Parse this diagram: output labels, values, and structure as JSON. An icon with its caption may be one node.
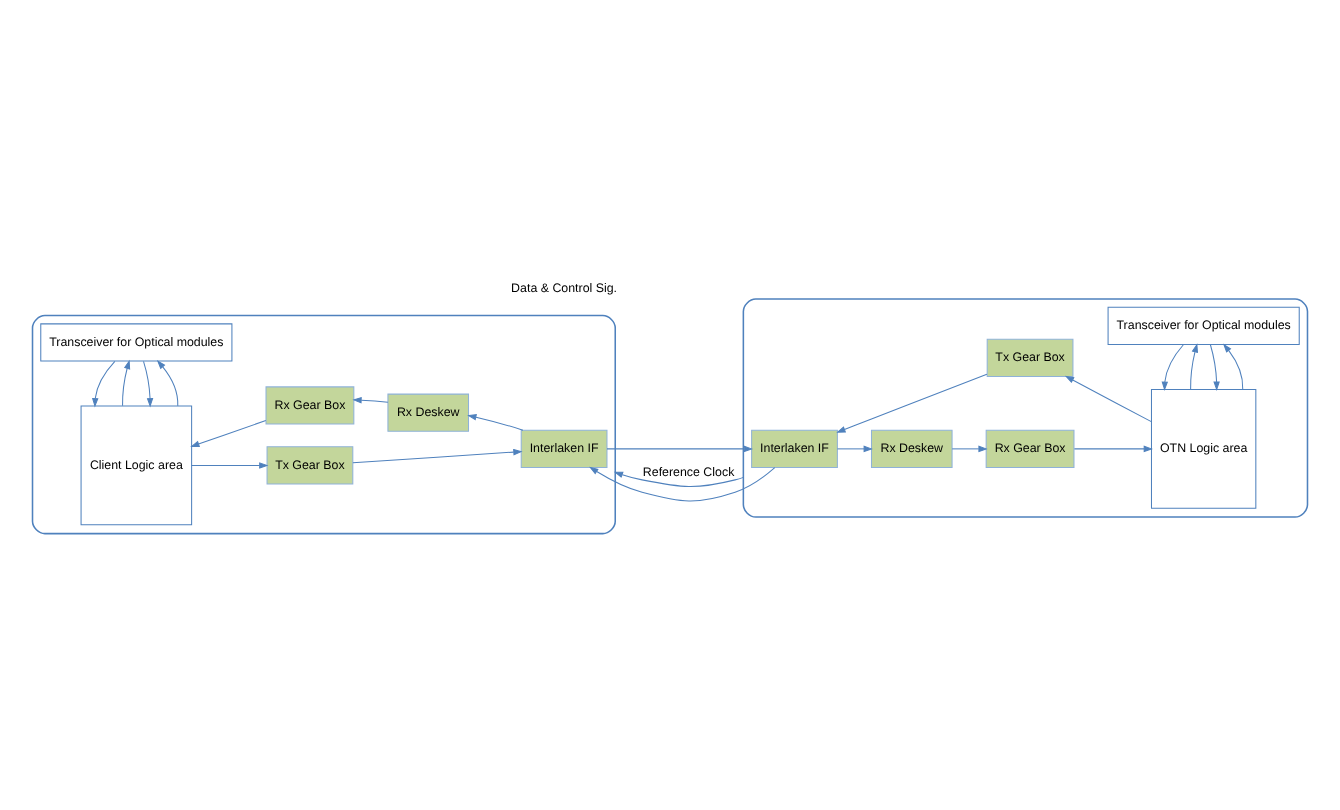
{
  "diagram": {
    "nodes": [
      {
        "text": [],
        "shape": "box"
      },
      {
        "text": [
          "Transceiver for Optical modules"
        ],
        "in": 0
      },
      {
        "text": [
          "Client Logic area"
        ],
        "in": 0
      },
      {
        "text": [
          "Tx Gear Box"
        ],
        "in": 0
      },
      {
        "text": [
          "Rx Gear Box"
        ],
        "in": 0
      },
      {
        "text": [
          "Rx Deskew"
        ],
        "in": 0
      },
      {
        "text": [
          "Interlaken IF"
        ],
        "in": 0
      },
      {
        "text": [],
        "shape": "box"
      },
      {
        "text": [
          "Transceiver for Optical modules"
        ],
        "in": 7
      },
      {
        "text": [
          "Interlaken IF"
        ],
        "in": 7
      },
      {
        "text": [
          "Rx Deskew"
        ],
        "in": 7
      },
      {
        "text": [
          "Rx Gear Box"
        ],
        "in": 7
      },
      {
        "text": [
          "OTN Logic area"
        ],
        "in": 7
      },
      {
        "text": [
          "Tx Gear Box"
        ],
        "in": 7
      }
    ],
    "edges": [
      {
        "from": 2,
        "to": 1,
        "arrow": "to"
      },
      {
        "from": 1,
        "to": 2,
        "arrow": "to"
      },
      {
        "from": 2,
        "to": 1,
        "arrow": "to"
      },
      {
        "from": 1,
        "to": 2,
        "arrow": "to"
      },
      {
        "from": 12,
        "to": 8,
        "arrow": "to"
      },
      {
        "from": 8,
        "to": 12,
        "arrow": "to"
      },
      {
        "from": 12,
        "to": 8,
        "arrow": "to"
      },
      {
        "from": 8,
        "to": 12,
        "arrow": "to"
      },
      {
        "from": 7,
        "to": 0,
        "arrow": "to",
        "label": "Reference Clock"
      },
      {
        "from": 2,
        "to": 3,
        "arrow": "to"
      },
      {
        "from": 3,
        "to": 6,
        "arrow": "to"
      },
      {
        "from": 6,
        "to": 9,
        "arrow": "to"
      },
      {
        "from": 9,
        "to": 10,
        "arrow": "to"
      },
      {
        "from": 10,
        "to": 11,
        "arrow": "to"
      },
      {
        "from": 11,
        "to": 12,
        "arrow": "to"
      },
      {
        "from": 12,
        "to": 13,
        "arrow": "to"
      },
      {
        "from": 13,
        "to": 9,
        "arrow": "to"
      },
      {
        "from": 9,
        "to": 6,
        "arrow": "to"
      },
      {
        "from": 6,
        "to": 5,
        "arrow": "to"
      },
      {
        "from": 5,
        "to": 4,
        "arrow": "to"
      },
      {
        "from": 4,
        "to": 2,
        "arrow": "to"
      }
    ],
    "labels": [
      "Data & Control Sig."
    ]
  }
}
